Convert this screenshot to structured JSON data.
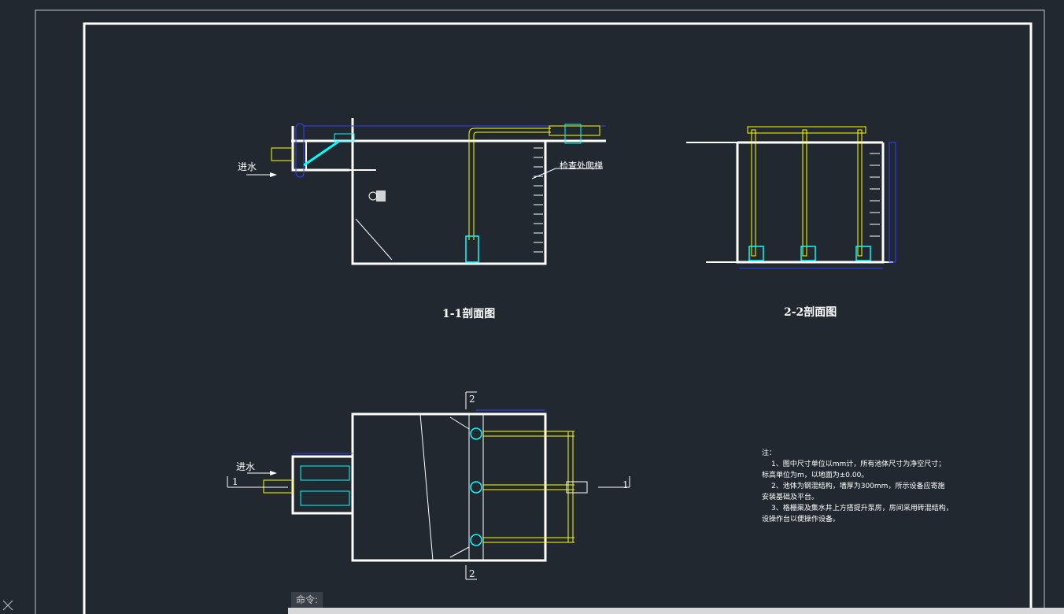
{
  "drawing": {
    "section11_title": "1-1剖面图",
    "section22_title": "2-2剖面图",
    "inlet_label_top": "进水",
    "inlet_label_plan": "进水",
    "ladder_label": "检查处爬梯",
    "section_mark_1": "1",
    "section_mark_2": "2",
    "notes": {
      "heading": "注：",
      "line1": "1、图中尺寸单位以mm计，所有池体尺寸为净空尺寸；",
      "line2": "标高单位为m，以地面为±0.00。",
      "line3": "2、池体为钢混结构，墙厚为300mm，所示设备应寄施",
      "line4": "安装基础及平台。",
      "line5": "3、格栅渠及集水井上方搭提升泵房，房间采用砖混结构，",
      "line6": "设操作台以便操作设备。"
    }
  },
  "command": {
    "prompt": "命令:"
  },
  "colors": {
    "background": "#212830",
    "white": "#ffffff",
    "yellow": "#ffff00",
    "cyan": "#00ffff",
    "blue": "#3040ff"
  }
}
